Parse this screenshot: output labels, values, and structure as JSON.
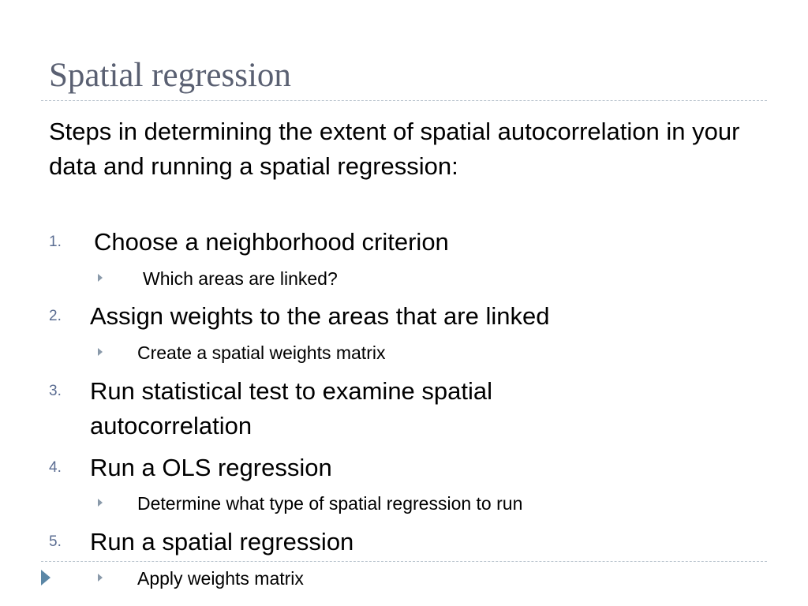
{
  "slide": {
    "title": "Spatial regression",
    "intro": "Steps in determining the extent of spatial autocorrelation in your data and running a spatial regression:",
    "steps": [
      {
        "number": "1.",
        "text": "Choose a neighborhood criterion",
        "sub": "Which areas are linked?"
      },
      {
        "number": "2.",
        "text": "Assign weights to the areas that are linked",
        "sub": "Create a spatial weights matrix"
      },
      {
        "number": "3.",
        "text": "Run statistical test to examine spatial autocorrelation"
      },
      {
        "number": "4.",
        "text": "Run a OLS regression",
        "sub": "Determine what type of spatial regression to run"
      },
      {
        "number": "5.",
        "text": "Run a spatial regression",
        "sub": "Apply weights matrix"
      }
    ]
  },
  "colors": {
    "title": "#5a6072",
    "number": "#5b6d92",
    "divider": "#b7c2cc",
    "footer_marker": "#5b87a6",
    "sub_arrow": "#8a9aaa"
  },
  "icons": {
    "sub_bullet": "triangle-right-icon",
    "footer_marker": "triangle-right-icon"
  }
}
